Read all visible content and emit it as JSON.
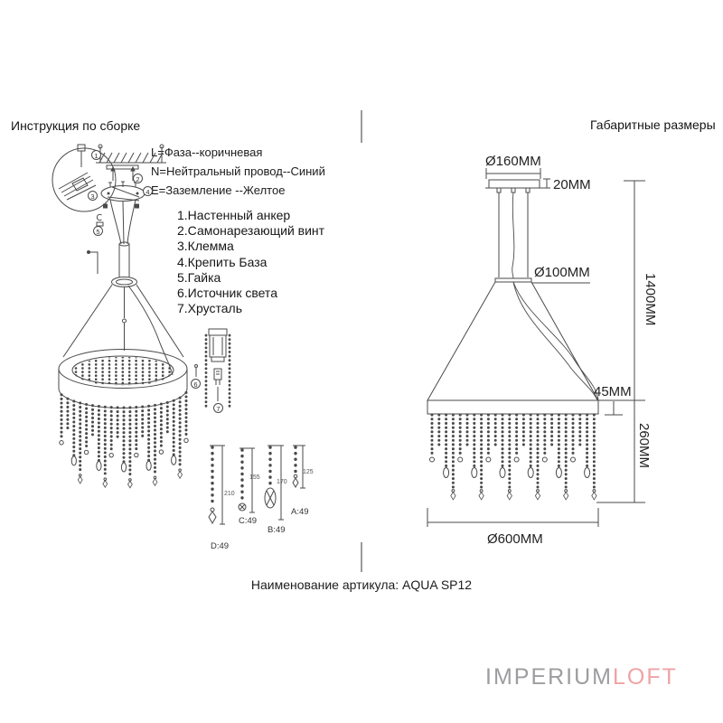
{
  "header": {
    "left_title": "Инструкция по сборке",
    "right_title": "Габаритные размеры"
  },
  "wiring": {
    "line1": "L=Фаза--коричневая",
    "line2": "N=Нейтральный провод--Синий",
    "line3": "E=Заземление --Желтое"
  },
  "parts_list": [
    "1.Настенный анкер",
    "2.Самонарезающий винт",
    "3.Клемма",
    "4.Крепить База",
    "5.Гайка",
    "6.Источник света",
    "7.Хрусталь"
  ],
  "callouts": [
    "1",
    "2",
    "3",
    "4",
    "5",
    "6",
    "7"
  ],
  "strand_specs": [
    {
      "label": "D:49",
      "length": "210"
    },
    {
      "label": "C:49",
      "length": "155"
    },
    {
      "label": "B:49",
      "length": "170"
    },
    {
      "label": "A:49",
      "length": "125"
    }
  ],
  "dimensions": {
    "canopy_diameter": "Ø160MM",
    "canopy_height": "20MM",
    "small_ring_diameter": "Ø100MM",
    "band_height": "45MM",
    "overall_height": "1400MM",
    "crystal_length": "260MM",
    "ring_diameter": "Ø600MM"
  },
  "footer": {
    "article_label": "Наименование артикула: AQUA SP12"
  },
  "brand": {
    "part1": "IMPERIUM",
    "part2": "LOFT",
    "part1_color": "#9d9da1",
    "part2_color": "#f0a3a5"
  }
}
